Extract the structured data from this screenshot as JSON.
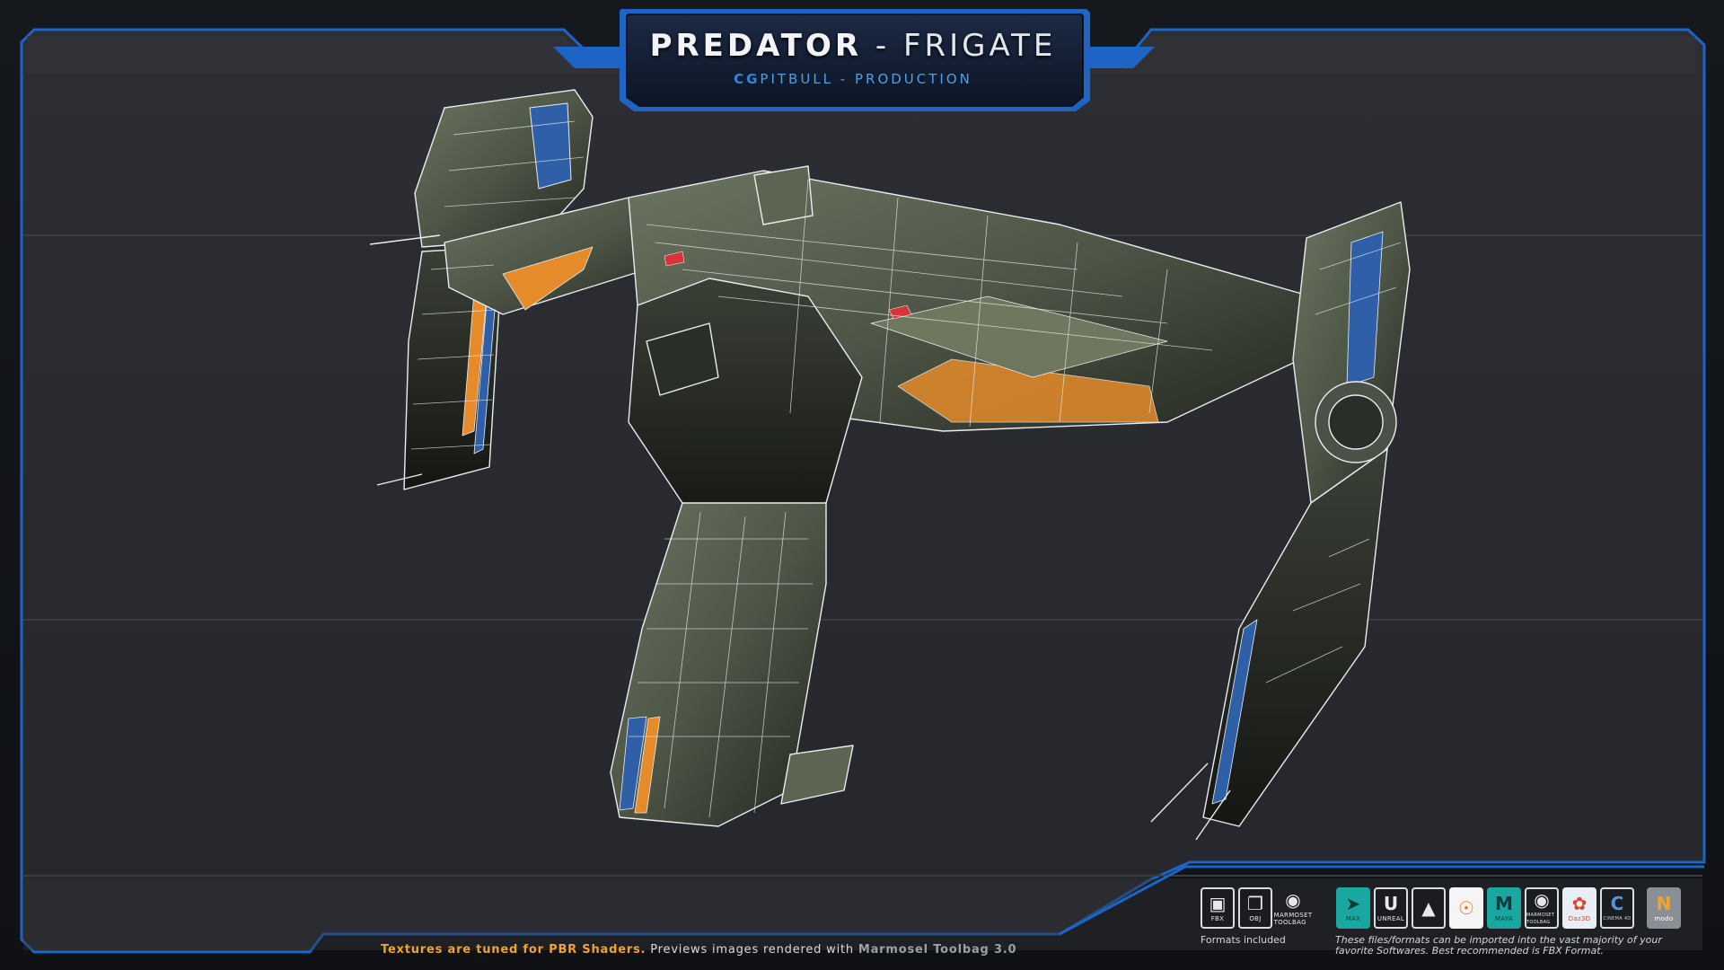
{
  "header": {
    "title_part1": "PREDATOR",
    "title_sep": " - ",
    "title_part2": "FRIGATE",
    "subtitle_cg": "CG",
    "subtitle_rest": "PITBULL - PRODUCTION"
  },
  "footer": {
    "note_part1": "Textures are tuned for PBR Shaders.",
    "note_part2": " Previews images rendered with ",
    "note_part3": "Marmosel Toolbag 3.0"
  },
  "formats": {
    "label": "Formats included",
    "items": [
      {
        "icon": "fbx-file-icon",
        "caption": "FBX"
      },
      {
        "icon": "obj-file-icon",
        "caption": "OBJ"
      },
      {
        "icon": "marmoset-toolbag-icon",
        "caption": "MARMOSET TOOLBAG"
      }
    ]
  },
  "software": {
    "note": "These files/formats can be imported into the vast majority of your favorite Softwares. Best recommended is FBX Format.",
    "items": [
      {
        "icon": "3ds-max-icon",
        "caption": "MAX",
        "color": "#1aa7a0"
      },
      {
        "icon": "unreal-engine-icon",
        "caption": "UNREAL",
        "color": "#1b1c20"
      },
      {
        "icon": "unity-icon",
        "caption": "",
        "color": "#1b1c20"
      },
      {
        "icon": "blender-icon",
        "caption": "",
        "color": "#f5f5f5"
      },
      {
        "icon": "maya-icon",
        "caption": "MAYA",
        "color": "#1aa7a0"
      },
      {
        "icon": "marmoset-icon",
        "caption": "MARMOSET TOOLBAG",
        "color": "#1b1c20"
      },
      {
        "icon": "daz3d-icon",
        "caption": "Daz3D",
        "color": "#e8eef5"
      },
      {
        "icon": "cinema4d-icon",
        "caption": "CINEMA 4D",
        "color": "#1b1c20"
      },
      {
        "icon": "modo-icon",
        "caption": "modo",
        "color": "#8a8f96"
      }
    ]
  },
  "colors": {
    "frame_blue": "#1e64c4",
    "panel_gray": "#2b2d33",
    "accent_orange": "#f2a22e",
    "hull_gray": "#5d6652"
  }
}
